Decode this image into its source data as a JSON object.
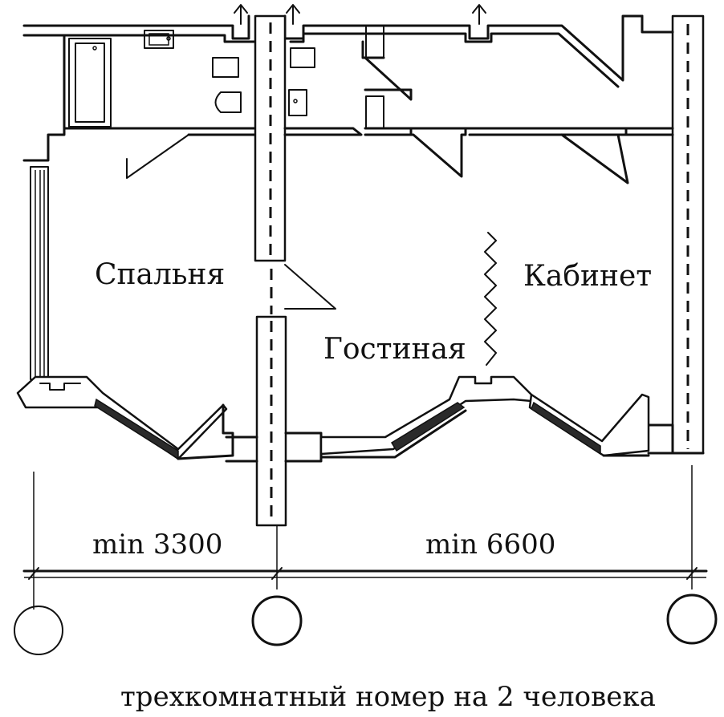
{
  "rooms": {
    "bedroom": "Спальня",
    "living": "Гостиная",
    "study": "Кабинет"
  },
  "dimensions": {
    "left": "min 3300",
    "right": "min 6600"
  },
  "caption": "трехкомнатный номер на 2 человека",
  "colors": {
    "ink": "#111111",
    "paper": "#ffffff"
  }
}
